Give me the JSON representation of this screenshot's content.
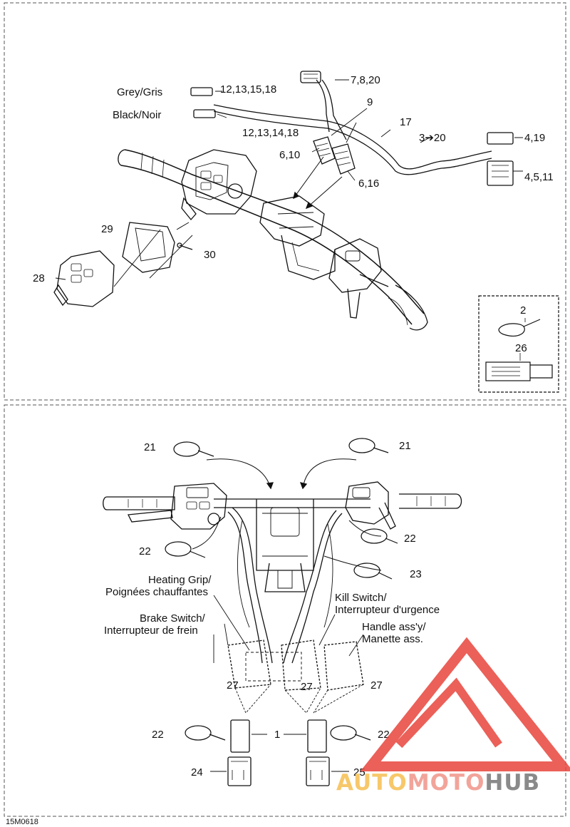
{
  "top_panel": {
    "labels": {
      "grey": "Grey/Gris",
      "black": "Black/Noir",
      "n_7_8_20": "7,8,20",
      "n_12_13_15_18": "12,13,15,18",
      "n_12_13_14_18": "12,13,14,18",
      "n_9": "9",
      "n_17": "17",
      "n_3_20": "3➔20",
      "n_4_19": "4,19",
      "n_4_5_11": "4,5,11",
      "n_6_10": "6,10",
      "n_6_16": "6,16",
      "n_29": "29",
      "n_30": "30",
      "n_28": "28"
    },
    "inset": {
      "n_2": "2",
      "n_26": "26"
    }
  },
  "bottom_panel": {
    "labels": {
      "n_21_left": "21",
      "n_21_right": "21",
      "n_22_left_top": "22",
      "n_22_right_top": "22",
      "n_23": "23",
      "heating_en": "Heating Grip/",
      "heating_fr": "Poignées chauffantes",
      "kill_en": "Kill Switch/",
      "kill_fr": "Interrupteur d'urgence",
      "brake_en": "Brake Switch/",
      "brake_fr": "Interrupteur de frein",
      "handle_en": "Handle ass'y/",
      "handle_fr": "Manette ass.",
      "n_27_a": "27",
      "n_27_b": "27",
      "n_27_c": "27",
      "n_1": "1",
      "n_22_left_bottom": "22",
      "n_22_right_bottom": "22",
      "n_24": "24",
      "n_25": "25"
    }
  },
  "figure_code": "15M0618",
  "watermark": {
    "part1": "AUTO",
    "part2": "MOTO",
    "part3": "HUB",
    "color1": "#f7c86a",
    "color2": "#f2a49a",
    "color3": "#8a8a8a",
    "logo_color": "#e8453c"
  }
}
